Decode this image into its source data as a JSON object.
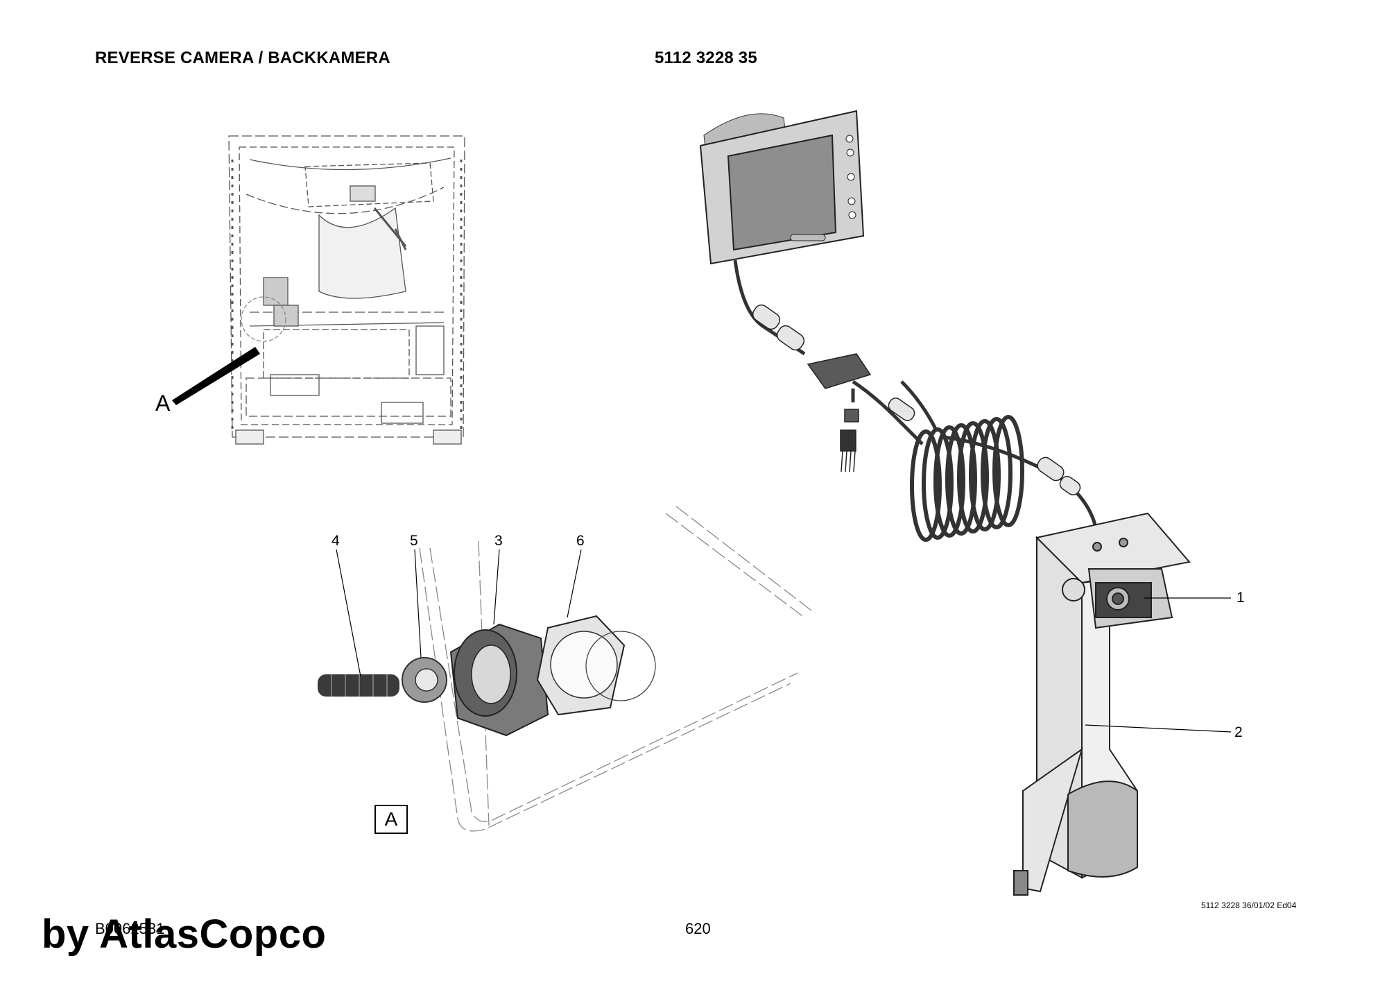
{
  "header": {
    "title": "REVERSE CAMERA / BACKKAMERA",
    "part_number": "5112 3228 35"
  },
  "detail": {
    "label": "A",
    "box_label": "A"
  },
  "callouts": {
    "c1": "1",
    "c2": "2",
    "c3": "3",
    "c4": "4",
    "c5": "5",
    "c6": "6"
  },
  "footer": {
    "drawing_code": "B0062531",
    "page_number": "620",
    "revision": "5112 3228 36/01/02 Ed04",
    "watermark": "by AtlasCopco"
  }
}
